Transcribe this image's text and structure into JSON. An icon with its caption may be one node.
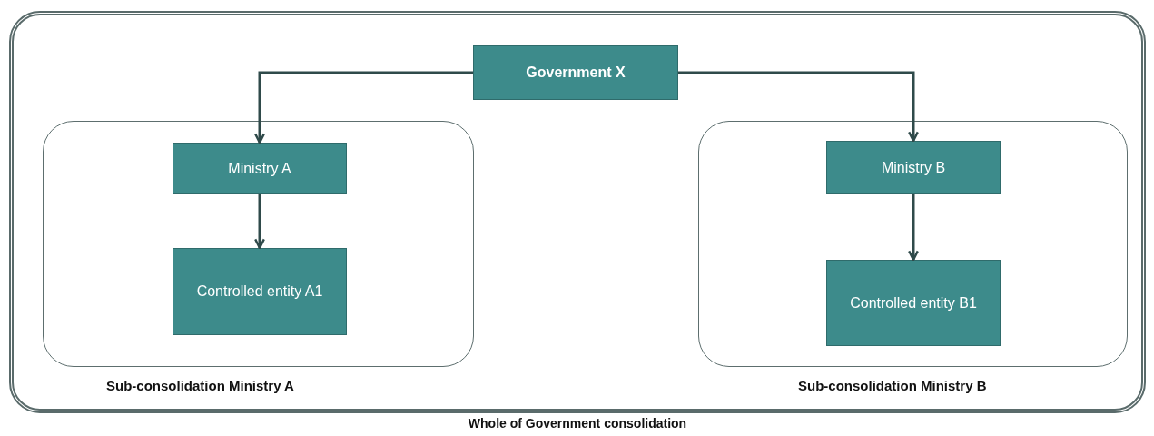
{
  "diagram": {
    "nodes": [
      {
        "text": [
          "Whole of Government consolidation"
        ]
      },
      {
        "text": [
          "Government X"
        ],
        "in": 0
      },
      {
        "text": [
          "Sub-consolidation Ministry A"
        ],
        "in": 0
      },
      {
        "text": [
          "Ministry A"
        ],
        "in": 2
      },
      {
        "text": [
          "Controlled entity A1"
        ],
        "in": 2
      },
      {
        "text": [
          "Sub-consolidation Ministry B"
        ],
        "in": 0
      },
      {
        "text": [
          "Ministry B"
        ],
        "in": 5
      },
      {
        "text": [
          "Controlled entity B1"
        ],
        "in": 5
      }
    ],
    "edges": [
      {
        "from": 1,
        "to": 3,
        "arrow": "to"
      },
      {
        "from": 1,
        "to": 6,
        "arrow": "to"
      },
      {
        "from": 3,
        "to": 4,
        "arrow": "to"
      },
      {
        "from": 6,
        "to": 7,
        "arrow": "to"
      }
    ]
  }
}
